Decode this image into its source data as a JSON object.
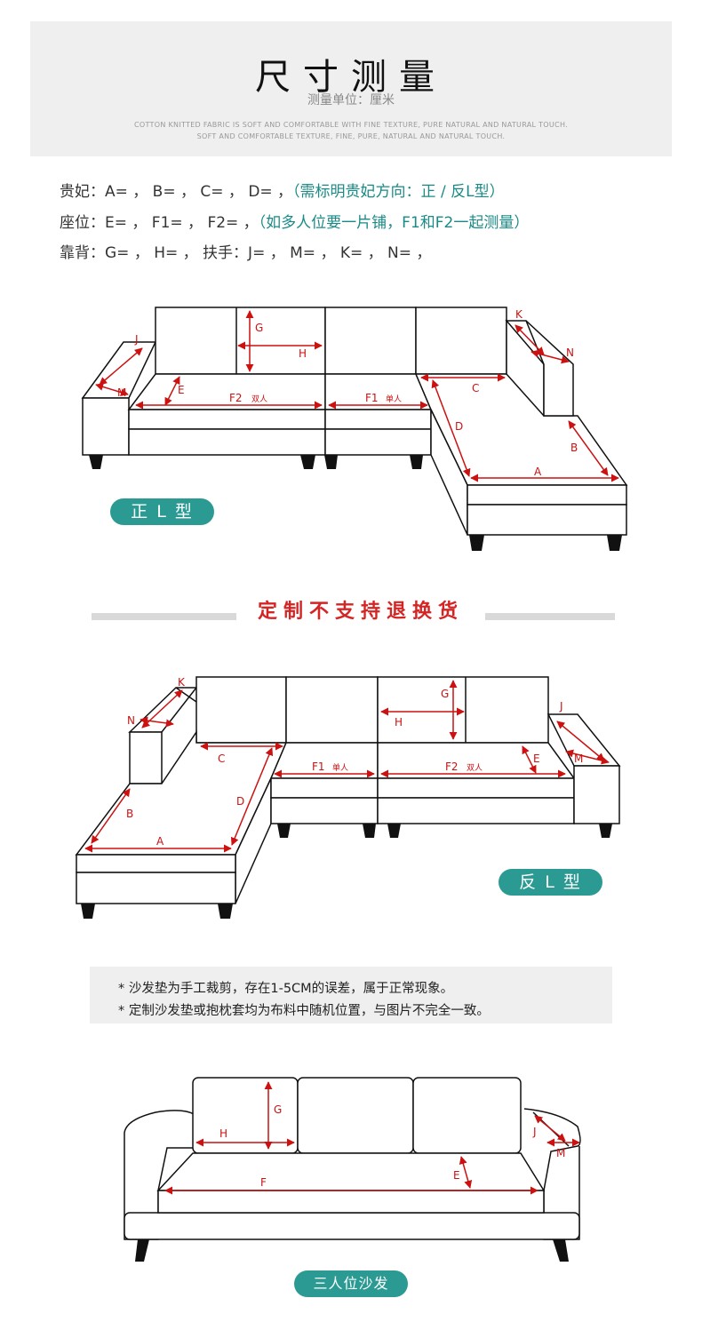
{
  "header": {
    "title": "尺寸测量",
    "subtitle": "测量单位：厘米",
    "english_line1": "COTTON KNITTED FABRIC IS SOFT AND COMFORTABLE WITH FINE TEXTURE, PURE NATURAL AND NATURAL TOUCH.",
    "english_line2": "SOFT AND COMFORTABLE TEXTURE, FINE, PURE, NATURAL AND NATURAL TOUCH."
  },
  "specs": {
    "chaise": {
      "text": "贵妃：A= ， B= ， C= ， D= ，",
      "note": "（需标明贵妃方向：正 / 反L型）"
    },
    "seat": {
      "text": "座位：E= ， F1= ， F2= ，",
      "note": "（如多人位要一片铺，F1和F2一起测量）"
    },
    "back": {
      "text": "靠背：G= ， H= ，  扶手：J= ， M= ， K= ， N= ，"
    }
  },
  "diagram_labels": {
    "A": "A",
    "B": "B",
    "C": "C",
    "D": "D",
    "E": "E",
    "F": "F",
    "F1": "F1",
    "F2": "F2",
    "G": "G",
    "H": "H",
    "J": "J",
    "K": "K",
    "M": "M",
    "N": "N",
    "single": "单人",
    "double": "双人"
  },
  "badges": {
    "normal_l": "正 L 型",
    "reverse_l": "反 L 型",
    "three_seat": "三人位沙发"
  },
  "custom_notice": "定制不支持退换货",
  "notes": [
    "* 沙发垫为手工裁剪，存在1-5CM的误差，属于正常现象。",
    "* 定制沙发垫或抱枕套均为布料中随机位置，与图片不完全一致。"
  ],
  "colors": {
    "measure": "#cc1111",
    "accent": "#2a9a93",
    "notice": "#d42525"
  }
}
